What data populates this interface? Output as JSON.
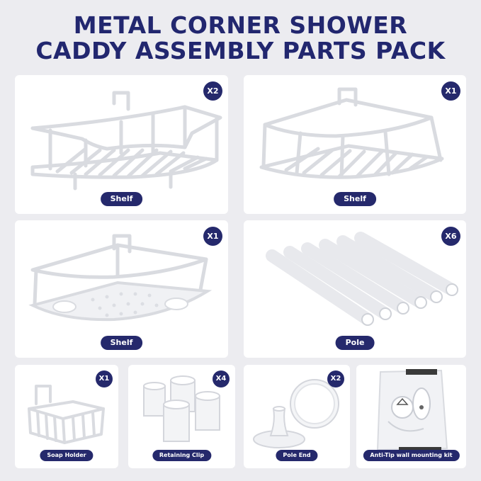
{
  "title": {
    "line1": "METAL CORNER SHOWER",
    "line2": "CADDY ASSEMBLY PARTS PACK"
  },
  "colors": {
    "accent": "#25296c",
    "background": "#ececf0",
    "card": "#ffffff"
  },
  "parts": [
    {
      "label": "Shelf",
      "qty": "X2",
      "icon": "corner-shelf-icon"
    },
    {
      "label": "Shelf",
      "qty": "X1",
      "icon": "corner-shelf-icon"
    },
    {
      "label": "Shelf",
      "qty": "X1",
      "icon": "corner-shelf-with-holes-icon"
    },
    {
      "label": "Pole",
      "qty": "X6",
      "icon": "pole-icon"
    },
    {
      "label": "Soap Holder",
      "qty": "X1",
      "icon": "soap-holder-icon"
    },
    {
      "label": "Retaining Clip",
      "qty": "X4",
      "icon": "retaining-clip-icon"
    },
    {
      "label": "Pole End",
      "qty": "X2",
      "icon": "pole-end-icon"
    },
    {
      "label": "Anti-Tip wall mounting kit",
      "qty": "",
      "icon": "mounting-kit-bag-icon"
    }
  ]
}
